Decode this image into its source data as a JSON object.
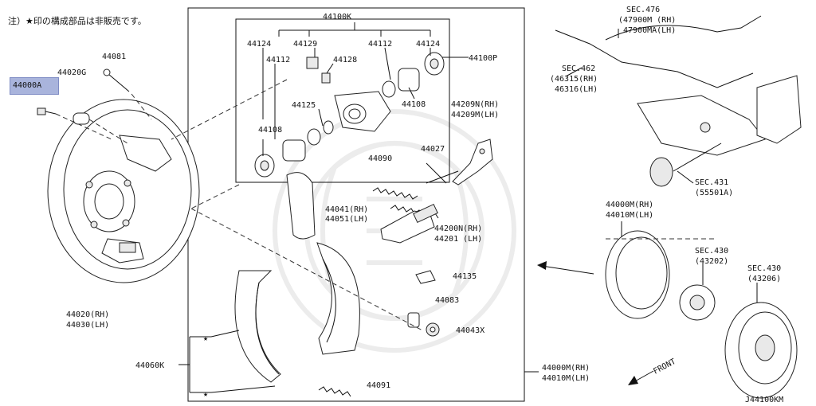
{
  "note": "注）★印の構成部品は非販売です。",
  "diagram_code": "J44100KM",
  "highlight_part": "44000A",
  "labels": {
    "p44000A": "44000A",
    "p44020G": "44020G",
    "p44081": "44081",
    "p44100K": "44100K",
    "p44124a": "44124",
    "p44124b": "44124",
    "p44129": "44129",
    "p44112a": "44112",
    "p44112b": "44112",
    "p44128": "44128",
    "p44100P": "44100P",
    "p44125": "44125",
    "p44108a": "44108",
    "p44108b": "44108",
    "p44209_rh": "44209N(RH)",
    "p44209_lh": "44209M(LH)",
    "p44027": "44027",
    "p44090": "44090",
    "p44041": "44041(RH)",
    "p44051": "44051(LH)",
    "p44200": "44200N(RH)",
    "p44201": "44201  (LH)",
    "p44135": "44135",
    "p44083": "44083",
    "p44043X": "44043X",
    "p44020": "44020(RH)",
    "p44030": "44030(LH)",
    "p44060K": "44060K",
    "p44091": "44091",
    "p44000M_a": "44000M(RH)",
    "p44010M_a": "44010M(LH)",
    "p44000M_b": "44000M(RH)",
    "p44010M_b": "44010M(LH)",
    "sec476": "SEC.476",
    "p47900M": "(47900M (RH)",
    "p47900MA": "47900MA(LH)",
    "sec462": "SEC.462",
    "p46315": "(46315(RH)",
    "p46316": "46316(LH)",
    "sec431": "SEC.431",
    "p55501A": "(55501A)",
    "sec430a": "SEC.430",
    "p43202": "(43202)",
    "sec430b": "SEC.430",
    "p43206": "(43206)",
    "front": "FRONT",
    "star1": "★",
    "star2": "★"
  }
}
